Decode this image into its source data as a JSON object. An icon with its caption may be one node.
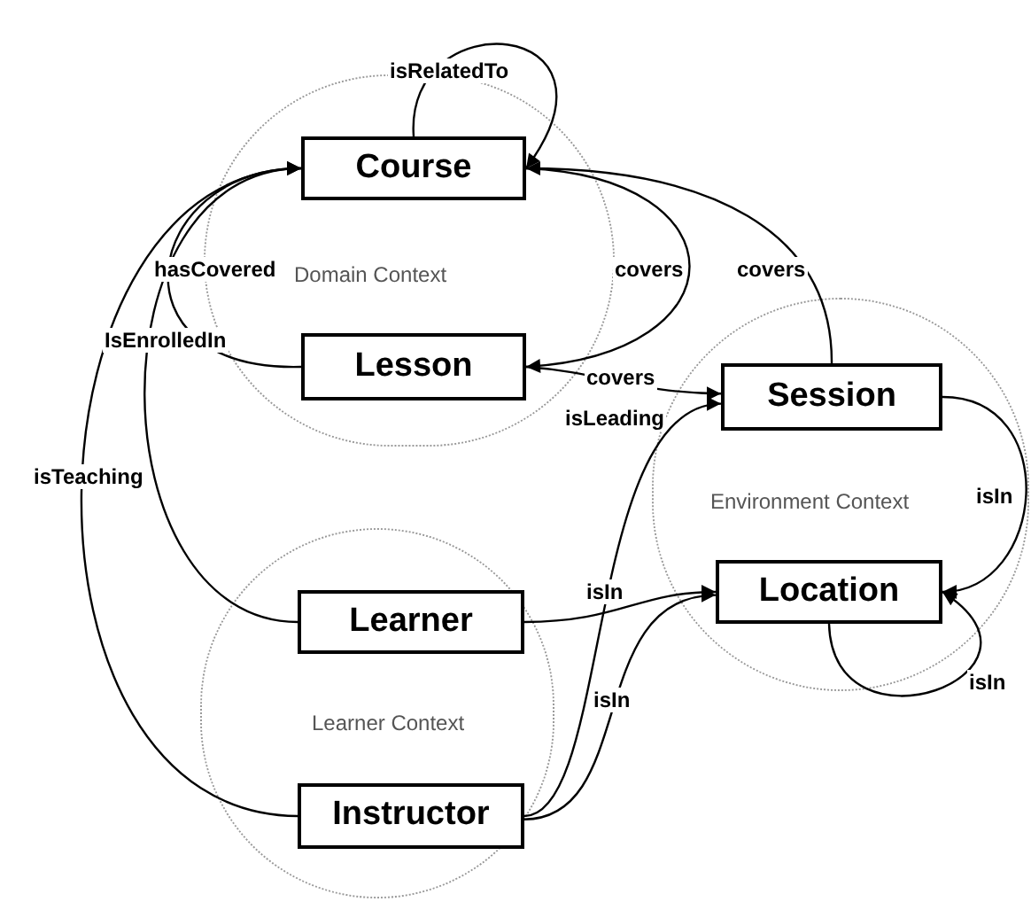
{
  "diagram": {
    "nodes": [
      {
        "text": [
          "Domain Context"
        ]
      },
      {
        "text": [
          "Course"
        ],
        "in": 0
      },
      {
        "text": [
          "Lesson"
        ],
        "in": 0
      },
      {
        "text": [
          "Environment Context"
        ]
      },
      {
        "text": [
          "Session"
        ],
        "in": 3
      },
      {
        "text": [
          "Location"
        ],
        "in": 3
      },
      {
        "text": [
          "Learner Context"
        ]
      },
      {
        "text": [
          "Learner"
        ],
        "in": 6
      },
      {
        "text": [
          "Instructor"
        ],
        "in": 6
      }
    ],
    "edges": [
      {
        "from": 1,
        "to": 1,
        "arrow": "to",
        "label": "isRelatedTo"
      },
      {
        "from": 2,
        "to": 1,
        "arrow": "to",
        "label": "hasCovered"
      },
      {
        "from": 1,
        "to": 2,
        "arrow": "to",
        "label": "covers"
      },
      {
        "from": 4,
        "to": 1,
        "arrow": "to",
        "label": "covers"
      },
      {
        "from": 2,
        "to": 4,
        "arrow": "to",
        "label": "covers"
      },
      {
        "from": 8,
        "to": 4,
        "arrow": "to",
        "label": "isLeading"
      },
      {
        "from": 7,
        "to": 5,
        "arrow": "to",
        "label": "isIn"
      },
      {
        "from": 8,
        "to": 5,
        "arrow": "to",
        "label": "isIn"
      },
      {
        "from": 4,
        "to": 5,
        "arrow": "to",
        "label": "isIn"
      },
      {
        "from": 5,
        "to": 5,
        "arrow": "to",
        "label": "isIn"
      },
      {
        "from": 7,
        "to": 1,
        "arrow": "to",
        "label": "IsEnrolledIn"
      },
      {
        "from": 8,
        "to": 1,
        "arrow": "to",
        "label": "isTeaching"
      }
    ]
  }
}
